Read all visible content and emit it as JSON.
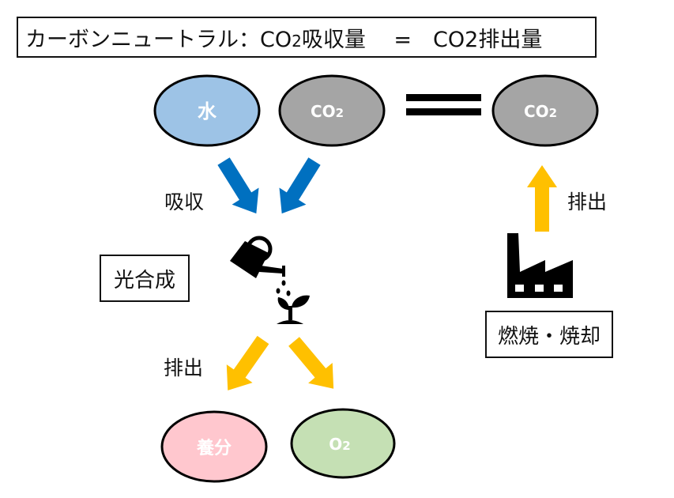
{
  "title": {
    "prefix": "カーボンニュートラル：CO",
    "sub": "2",
    "middle": "吸収量　 =　CO2排出量"
  },
  "nodes": {
    "water": {
      "label": "水",
      "fill": "#9DC3E6"
    },
    "co2_left": {
      "label": "CO",
      "sub": "2",
      "fill": "#A5A5A5"
    },
    "co2_right": {
      "label": "CO",
      "sub": "2",
      "fill": "#A5A5A5"
    },
    "nutrients": {
      "label": "養分",
      "fill": "#FFC7CE"
    },
    "oxygen": {
      "label": "O",
      "sub": "2",
      "fill": "#C5E0B4"
    }
  },
  "labels": {
    "absorb": "吸収",
    "photosynthesis": "光合成",
    "emit_left": "排出",
    "emit_right": "排出",
    "combustion": "燃焼・焼却"
  },
  "colors": {
    "absorb_arrow": "#0070C0",
    "emit_arrow": "#FFC000",
    "outline": "#000000"
  },
  "icons": {
    "watering_can": "watering-can-icon",
    "sprout": "sprout-icon",
    "factory": "factory-icon",
    "equals": "equals-icon"
  }
}
